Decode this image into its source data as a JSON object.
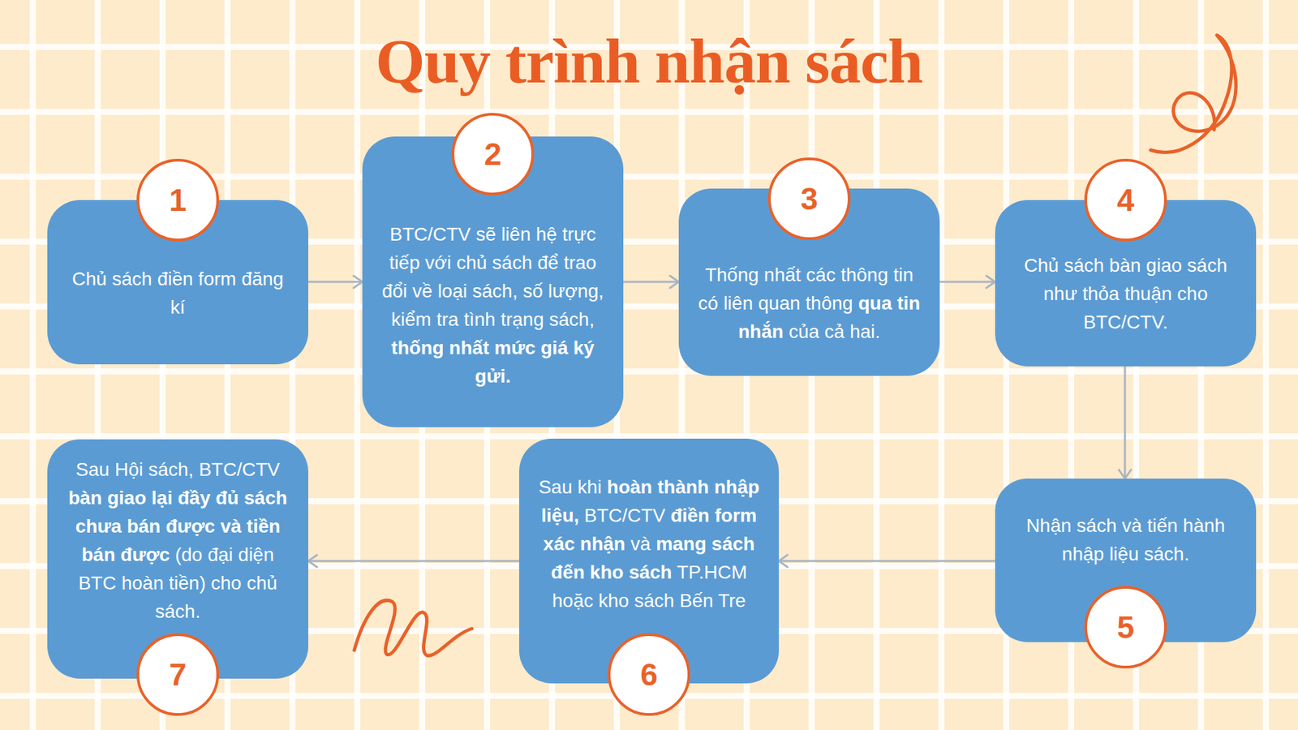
{
  "diagram": {
    "title": "Quy trình nhận sách",
    "nodes": [
      {
        "text": [
          "1"
        ]
      },
      {
        "text": [
          "Chủ sách điền form đăng kí"
        ]
      },
      {
        "text": [
          "2"
        ]
      },
      {
        "text": [
          "BTC/CTV sẽ liên hệ trực tiếp với chủ sách để trao đổi về loại sách, số lượng, kiểm tra tình trạng sách, thống nhất mức giá ký gửi."
        ]
      },
      {
        "text": [
          "3"
        ]
      },
      {
        "text": [
          "Thống nhất các thông tin có liên quan thông qua tin nhắn của cả hai."
        ]
      },
      {
        "text": [
          "4"
        ]
      },
      {
        "text": [
          "Chủ sách bàn giao sách như thỏa thuận cho BTC/CTV."
        ]
      },
      {
        "text": [
          "5"
        ]
      },
      {
        "text": [
          "Nhận sách và tiến hành nhập liệu sách."
        ]
      },
      {
        "text": [
          "6"
        ]
      },
      {
        "text": [
          "Sau khi hoàn thành nhập liệu, BTC/CTV điền form xác nhận và mang sách đến kho sách TP.HCM hoặc kho sách Bến Tre"
        ]
      },
      {
        "text": [
          "7"
        ]
      },
      {
        "text": [
          "Sau Hội sách, BTC/CTV bàn giao lại đầy đủ sách chưa bán được và tiền bán được (do đại diện BTC hoàn tiền) cho chủ sách."
        ]
      }
    ],
    "edges": [
      {
        "from": 1,
        "to": 3,
        "arrow": "to"
      },
      {
        "from": 3,
        "to": 5,
        "arrow": "to"
      },
      {
        "from": 5,
        "to": 7,
        "arrow": "to"
      },
      {
        "from": 7,
        "to": 9,
        "arrow": "to"
      },
      {
        "from": 9,
        "to": 11,
        "arrow": "to"
      },
      {
        "from": 11,
        "to": 13,
        "arrow": "to"
      }
    ]
  }
}
